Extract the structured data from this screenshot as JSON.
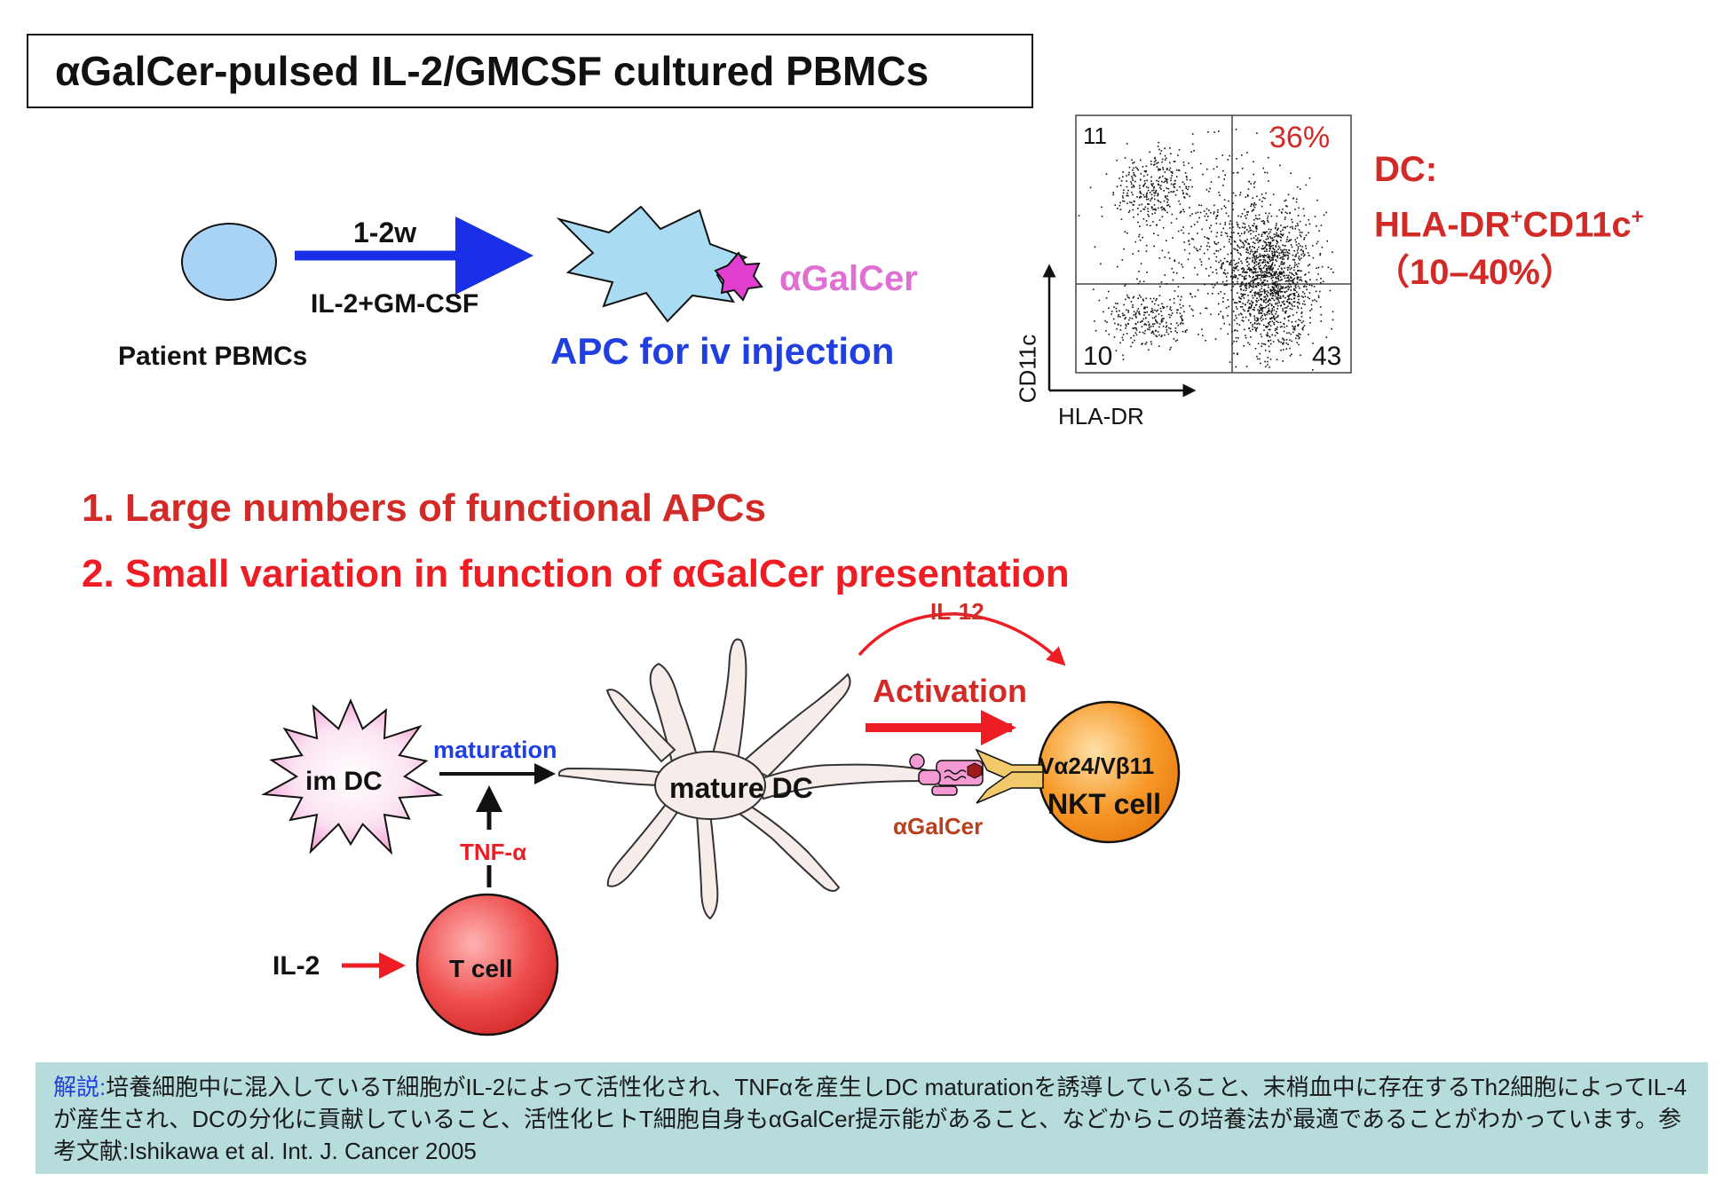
{
  "title": "αGalCer-pulsed IL-2/GMCSF cultured PBMCs",
  "culture": {
    "duration": "1-2w",
    "reagents": "IL-2+GM-CSF",
    "source_label": "Patient PBMCs",
    "product_label": "APC for iv injection",
    "ligand_label": "αGalCer"
  },
  "flow_plot": {
    "y_axis_label": "CD11c",
    "x_axis_label": "HLA-DR",
    "quadrant_values": {
      "upper_left": "11",
      "upper_right": "36%",
      "lower_left": "10",
      "lower_right": "43"
    }
  },
  "dc_definition": {
    "line1": "DC:",
    "line2_prefix": "HLA-DR",
    "line2_sup1": "+",
    "line2_mid": "CD11c",
    "line2_sup2": "+",
    "line3": "（10–40%）"
  },
  "points": [
    "1. Large numbers of functional APCs",
    "2. Small variation in function of αGalCer presentation"
  ],
  "mechanism": {
    "im_dc_label": "im DC",
    "maturation_label": "maturation",
    "mature_dc_label": "mature DC",
    "tnf_label": "TNF-α",
    "il2_label": "IL-2",
    "t_cell_label": "T cell",
    "il12_label": "IL-12",
    "activation_label": "Activation",
    "ligand_label": "αGalCer",
    "receptor_label": "Vα24/Vβ11",
    "nkt_label": "NKT cell"
  },
  "note": {
    "prefix": "解説:",
    "text": "培養細胞中に混入しているT細胞がIL-2によって活性化され、TNFαを産生しDC maturationを誘導していること、末梢血中に存在するTh2細胞によってIL-4が産生され、DCの分化に貢献していること、活性化ヒトT細胞自身もαGalCer提示能があること、などからこの培養法が最適であることがわかっています。参考文献:Ishikawa et al. Int. J. Cancer 2005"
  },
  "colors": {
    "red_text": "#d22b27",
    "blue_text": "#1f3fe0",
    "pbmc_fill": "#a9d3f5",
    "apc_fill": "#a9dbf2",
    "galcer_fill": "#e03fd0",
    "im_dc_fill": "#f3b6de",
    "mature_dc_fill": "#f6ecea",
    "t_cell_fill": "#ef4e4e",
    "nkt_fill": "#f79a2a",
    "note_bg": "#b7dcdc"
  }
}
